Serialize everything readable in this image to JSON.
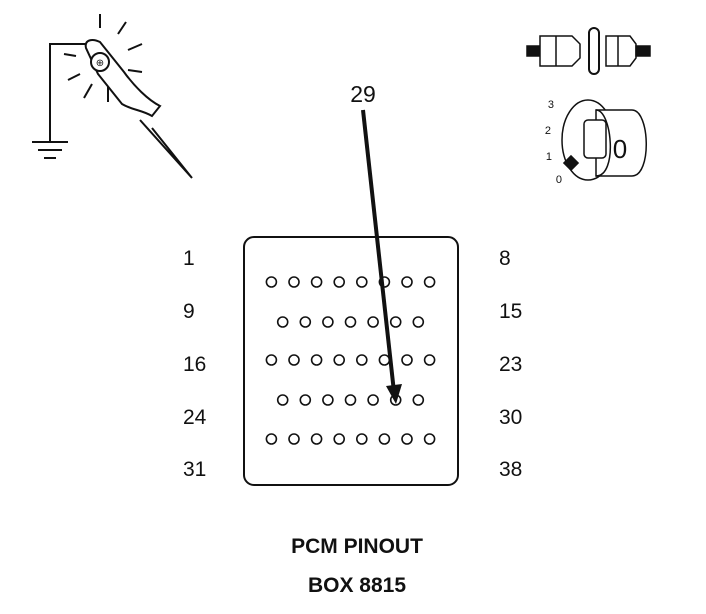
{
  "callout": {
    "pin": "29"
  },
  "pin_labels": {
    "left": [
      "1",
      "9",
      "16",
      "24",
      "31"
    ],
    "right": [
      "8",
      "15",
      "23",
      "30",
      "38"
    ]
  },
  "connector": {
    "rows": [
      {
        "pins": 8
      },
      {
        "pins": 7
      },
      {
        "pins": 8
      },
      {
        "pins": 7
      },
      {
        "pins": 8
      }
    ],
    "highlighted_pin": 29
  },
  "ignition": {
    "positions": [
      "3",
      "2",
      "1",
      "0"
    ],
    "key_label": "0"
  },
  "caption": {
    "line1": "PCM PINOUT",
    "line2": "BOX 8815"
  },
  "icons": [
    "test-probe-icon",
    "ground-icon",
    "disconnected-connector-icon",
    "ignition-key-icon"
  ]
}
